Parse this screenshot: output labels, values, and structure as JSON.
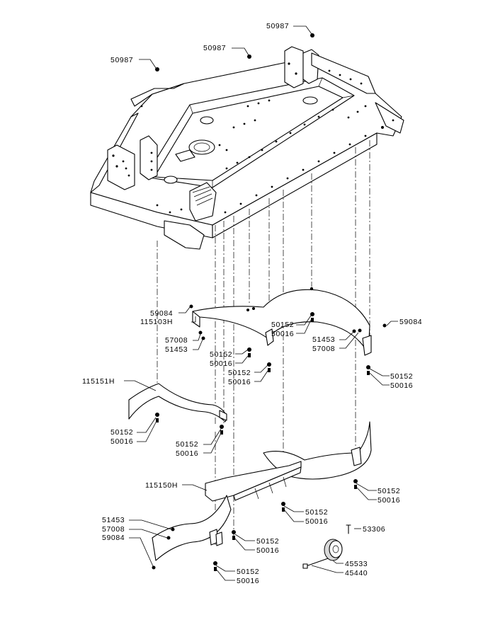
{
  "diagram": {
    "labels": {
      "p50987_top": "50987",
      "p50987_mid": "50987",
      "p50987_left": "50987",
      "p59084_a": "59084",
      "p115103H": "115103H",
      "p57008_a": "57008",
      "p51453_a": "51453",
      "p50152_a": "50152",
      "p50016_a": "50016",
      "p50152_b": "50152",
      "p50016_b": "50016",
      "p50152_c": "50152",
      "p50016_c": "50016",
      "p51453_b": "51453",
      "p57008_b": "57008",
      "p59084_b": "59084",
      "p50152_d": "50152",
      "p50016_d": "50016",
      "p115151H": "115151H",
      "p50152_e": "50152",
      "p50016_e": "50016",
      "p50152_f": "50152",
      "p50016_f": "50016",
      "p115150H": "115150H",
      "p50152_g": "50152",
      "p50016_g": "50016",
      "p50152_h": "50152",
      "p50016_h": "50016",
      "p53306": "53306",
      "p51453_c": "51453",
      "p57008_c": "57008",
      "p59084_c": "59084",
      "p50152_i": "50152",
      "p50016_i": "50016",
      "p45533": "45533",
      "p45440": "45440",
      "p50152_j": "50152",
      "p50016_j": "50016"
    }
  }
}
